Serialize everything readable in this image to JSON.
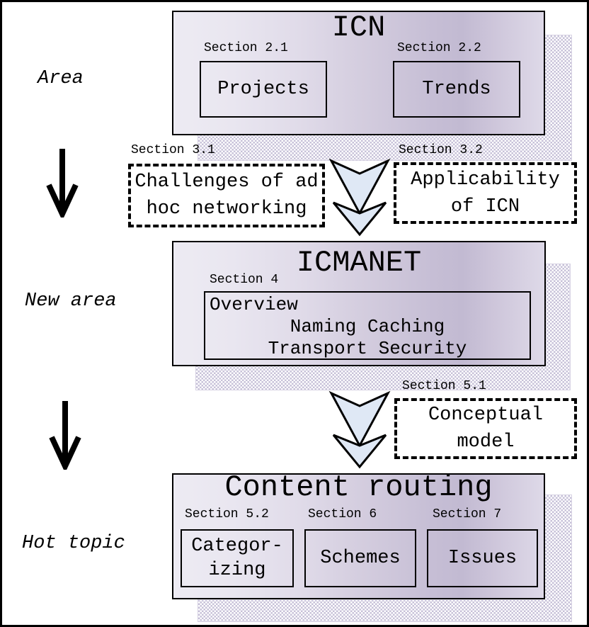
{
  "side": {
    "area_label": "Area",
    "new_area_label": "New area",
    "hot_topic_label": "Hot topic"
  },
  "icn": {
    "title": "ICN",
    "items": [
      {
        "section": "Section 2.1",
        "label": "Projects"
      },
      {
        "section": "Section 2.2",
        "label": "Trends"
      }
    ]
  },
  "row3": {
    "challenges": {
      "section": "Section 3.1",
      "label": "Challenges of ad\nhoc networking"
    },
    "applicability": {
      "section": "Section 3.2",
      "label": "Applicability\nof ICN"
    }
  },
  "icmanet": {
    "title": "ICMANET",
    "section": "Section 4",
    "lines": [
      "Overview",
      "Naming Caching",
      "Transport Security"
    ]
  },
  "conceptual": {
    "section": "Section 5.1",
    "label": "Conceptual\nmodel"
  },
  "content_routing": {
    "title": "Content routing",
    "items": [
      {
        "section": "Section 5.2",
        "label": "Categor-\nizing"
      },
      {
        "section": "Section 6",
        "label": "Schemes"
      },
      {
        "section": "Section 7",
        "label": "Issues"
      }
    ]
  },
  "colors": {
    "outline": "#000000",
    "chevron_fill": "#dfe8f5",
    "box_fill_light": "#edebf3",
    "box_fill_dark": "#c2bad2",
    "shadow_checker": "#c7c1d8"
  }
}
